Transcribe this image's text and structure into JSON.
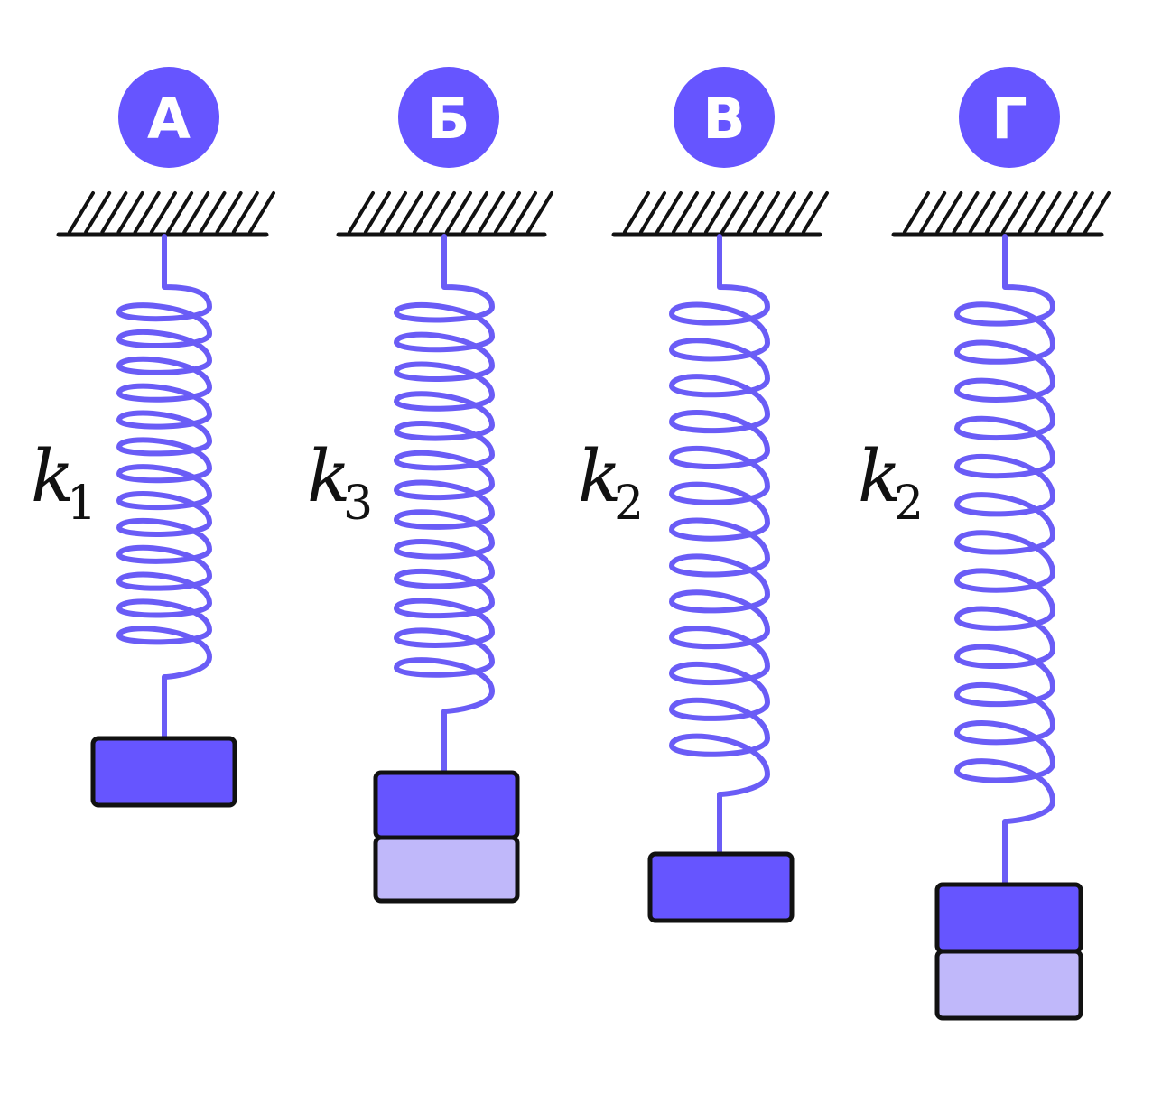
{
  "colors": {
    "accent": "#6655FF",
    "spring": "#6A5CF6",
    "block_dark": "#6655FF",
    "block_light": "#C0B8FA",
    "outline": "#111111",
    "label_text": "#FFFFFF"
  },
  "systems": [
    {
      "id": "A",
      "badge": "А",
      "k_symbol": "k",
      "k_index": "1",
      "coils": 13,
      "blocks": [
        "dark"
      ]
    },
    {
      "id": "B",
      "badge": "Б",
      "k_symbol": "k",
      "k_index": "3",
      "coils": 13,
      "blocks": [
        "dark",
        "light"
      ]
    },
    {
      "id": "V",
      "badge": "В",
      "k_symbol": "k",
      "k_index": "2",
      "coils": 13,
      "blocks": [
        "dark"
      ]
    },
    {
      "id": "G",
      "badge": "Г",
      "k_symbol": "k",
      "k_index": "2",
      "coils": 13,
      "blocks": [
        "dark",
        "light"
      ]
    }
  ]
}
